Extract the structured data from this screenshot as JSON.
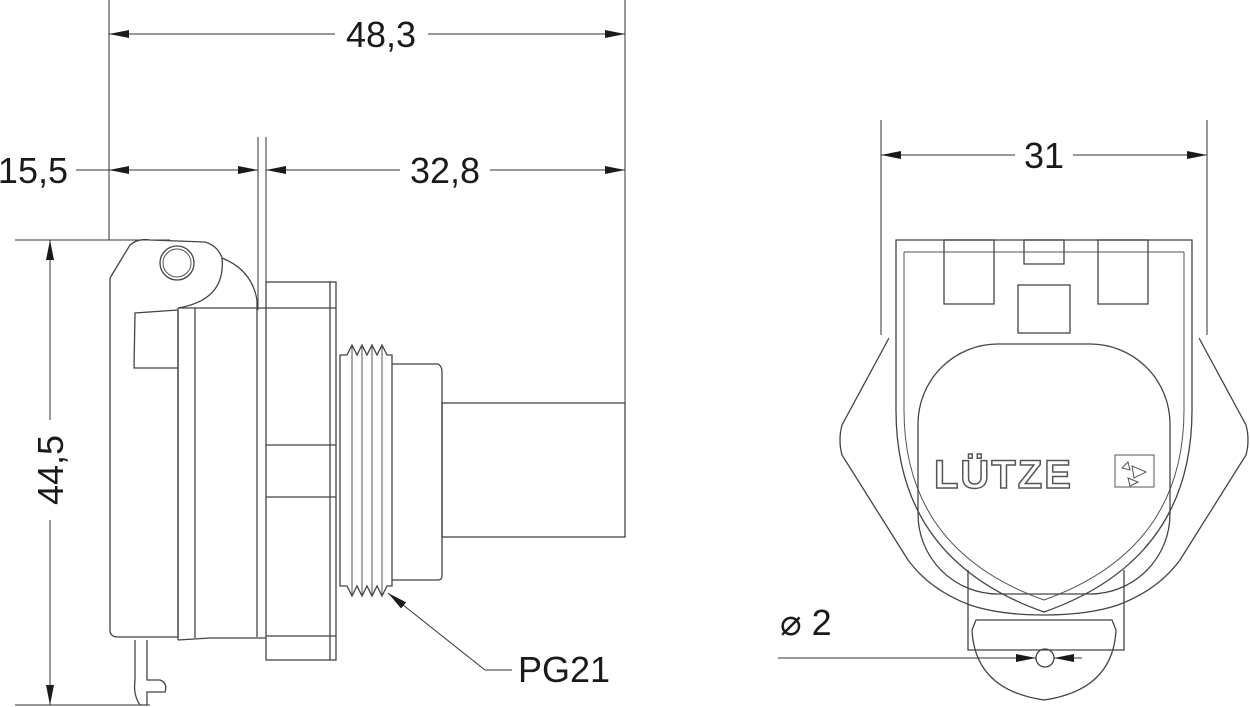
{
  "drawing": {
    "side_view": {
      "dimensions": {
        "overall_length": "48,3",
        "flange_to_front": "15,5",
        "flange_to_back": "32,8",
        "height": "44,5"
      },
      "thread_label": "PG21"
    },
    "front_view": {
      "dimensions": {
        "width": "31",
        "hole_diameter": "⌀ 2"
      },
      "logo_text": "LÜTZE"
    },
    "colors": {
      "line": "#444444",
      "text": "#1a1a1a",
      "background": "#ffffff"
    }
  }
}
